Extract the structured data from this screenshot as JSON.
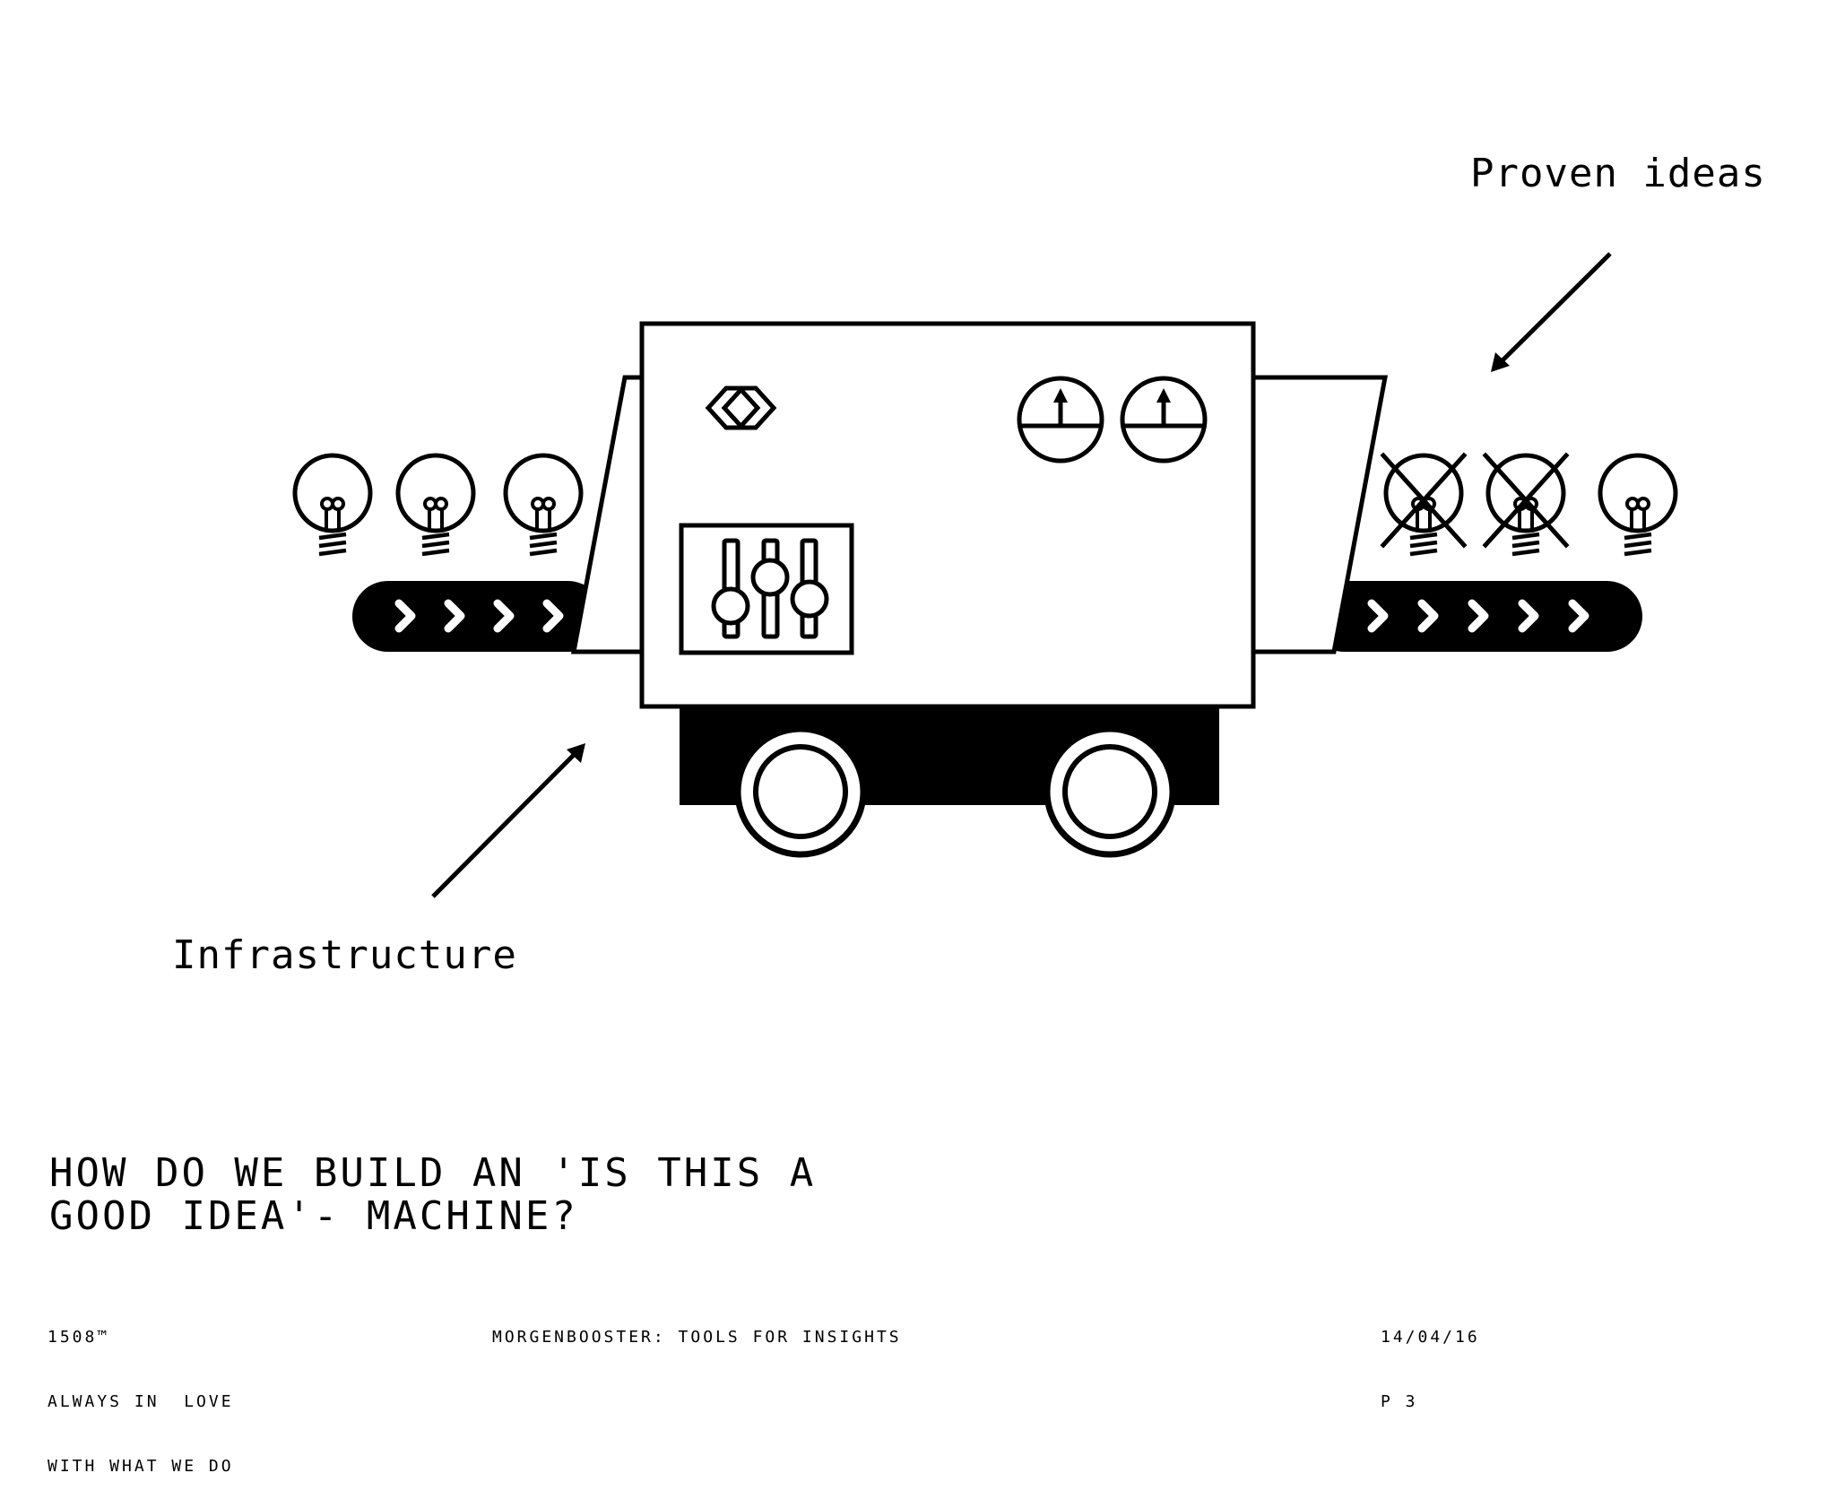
{
  "labels": {
    "proven_ideas": "Proven ideas",
    "infrastructure": "Infrastructure"
  },
  "question": {
    "line1": "HOW DO WE BUILD AN 'IS THIS A",
    "line2": "GOOD IDEA'- MACHINE?"
  },
  "footer": {
    "brand": "1508™",
    "tagline_line1": "ALWAYS IN  LOVE",
    "tagline_line2": "WITH WHAT WE DO",
    "event": "MORGENBOOSTER: TOOLS FOR INSIGHTS",
    "date": "14/04/16",
    "page": "P 3"
  },
  "diagram": {
    "input_bulbs": 3,
    "output_bulbs_rejected": 2,
    "output_bulbs_accepted": 1,
    "sliders": 3,
    "gauges": 2
  },
  "colors": {
    "ink": "#000000",
    "paper": "#ffffff"
  }
}
